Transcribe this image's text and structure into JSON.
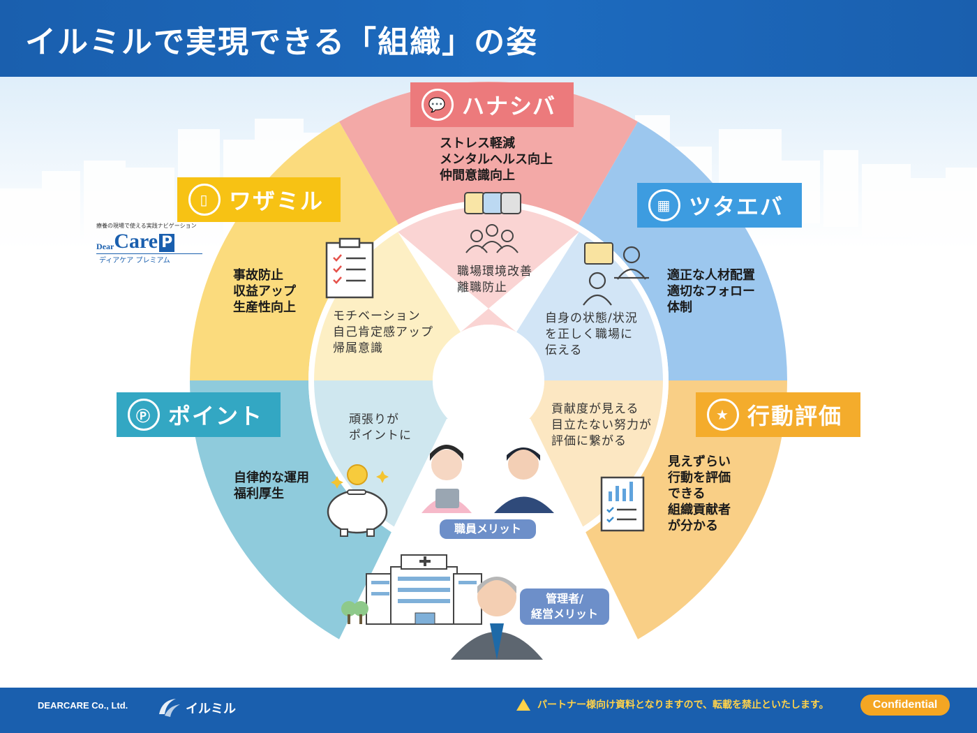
{
  "header": {
    "title": "イルミルで実現できる「組織」の姿"
  },
  "segments": {
    "hanashiba": {
      "title": "ハナシバ",
      "outer": [
        "ストレス軽減",
        "メンタルヘルス向上",
        "仲間意識向上"
      ],
      "inner": [
        "職場環境改善",
        "離職防止"
      ],
      "color": "#f3a5a3"
    },
    "tsutaeba": {
      "title": "ツタエバ",
      "outer": [
        "適正な人材配置",
        "適切なフォロー",
        "体制"
      ],
      "inner": [
        "自身の状態/状況",
        "を正しく職場に",
        "伝える"
      ],
      "color": "#9cc6ec"
    },
    "koudou": {
      "title": "行動評価",
      "outer": [
        "見えずらい",
        "行動を評価",
        "できる",
        "組織貢献者",
        "が分かる"
      ],
      "inner": [
        "貢献度が見える",
        "目立たない努力が",
        "評価に繋がる"
      ],
      "color": "#f8cd82"
    },
    "point": {
      "title": "ポイント",
      "outer": [
        "自律的な運用",
        "福利厚生"
      ],
      "inner": [
        "頑張りが",
        "ポイントに"
      ],
      "color": "#8ccadb"
    },
    "wazamiru": {
      "title": "ワザミル",
      "outer": [
        "事故防止",
        "収益アップ",
        "生産性向上"
      ],
      "inner": [
        "モチベーション",
        "自己肯定感アップ",
        "帰属意識"
      ],
      "color": "#fbd977"
    }
  },
  "staff_merit": "職員メリット",
  "manager_merit": "管理者/\n経営メリット",
  "logo": {
    "tagline": "療養の現場で使える実践ナビゲーション",
    "dear": "Dear",
    "care": "Care",
    "p": "P",
    "sub": "ディアケア プレミアム"
  },
  "footer": {
    "company": "DEARCARE Co., Ltd.",
    "brand": "イルミル",
    "notice": "パートナー様向け資料となりますので、転載を禁止といたします。",
    "confidential": "Confidential"
  },
  "colors": {
    "header": "#1a5fae",
    "hanashiba_badge": "#ec7a7c",
    "tsutaeba_badge": "#3d9ce0",
    "koudou_badge": "#f4ac2c",
    "point_badge": "#33a7c3",
    "wazamiru_badge": "#f7c214"
  }
}
